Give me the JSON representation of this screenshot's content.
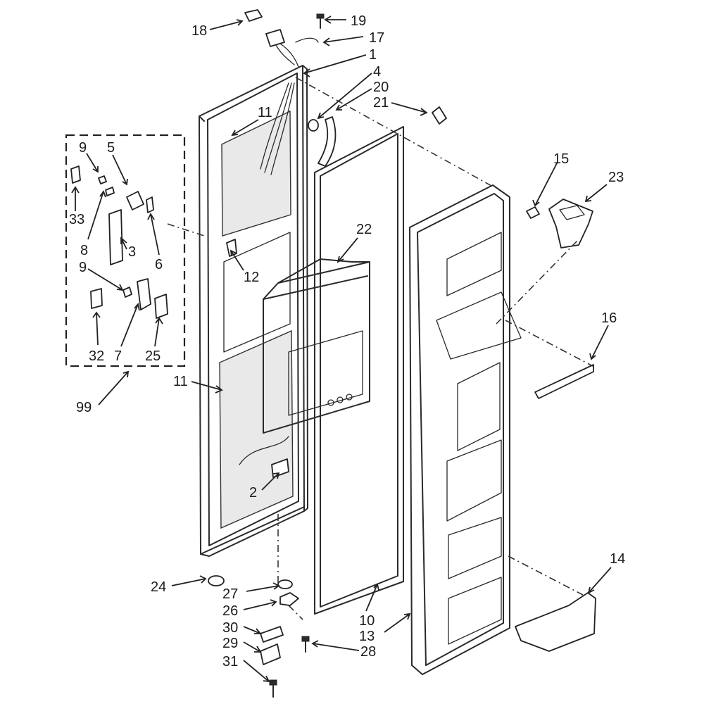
{
  "callouts": [
    {
      "id": "c18",
      "text": "18"
    },
    {
      "id": "c19",
      "text": "19"
    },
    {
      "id": "c17",
      "text": "17"
    },
    {
      "id": "c1",
      "text": "1"
    },
    {
      "id": "c4",
      "text": "4"
    },
    {
      "id": "c20",
      "text": "20"
    },
    {
      "id": "c21",
      "text": "21"
    },
    {
      "id": "c11a",
      "text": "11"
    },
    {
      "id": "c9a",
      "text": "9"
    },
    {
      "id": "c5",
      "text": "5"
    },
    {
      "id": "c33",
      "text": "33"
    },
    {
      "id": "c8",
      "text": "8"
    },
    {
      "id": "c3",
      "text": "3"
    },
    {
      "id": "c6",
      "text": "6"
    },
    {
      "id": "c9b",
      "text": "9"
    },
    {
      "id": "c32",
      "text": "32"
    },
    {
      "id": "c7",
      "text": "7"
    },
    {
      "id": "c25",
      "text": "25"
    },
    {
      "id": "c99",
      "text": "99"
    },
    {
      "id": "c11b",
      "text": "11"
    },
    {
      "id": "c12",
      "text": "12"
    },
    {
      "id": "c22",
      "text": "22"
    },
    {
      "id": "c15",
      "text": "15"
    },
    {
      "id": "c23",
      "text": "23"
    },
    {
      "id": "c16",
      "text": "16"
    },
    {
      "id": "c2",
      "text": "2"
    },
    {
      "id": "c24",
      "text": "24"
    },
    {
      "id": "c27",
      "text": "27"
    },
    {
      "id": "c26",
      "text": "26"
    },
    {
      "id": "c30",
      "text": "30"
    },
    {
      "id": "c29",
      "text": "29"
    },
    {
      "id": "c31",
      "text": "31"
    },
    {
      "id": "c28",
      "text": "28"
    },
    {
      "id": "c10",
      "text": "10"
    },
    {
      "id": "c13",
      "text": "13"
    },
    {
      "id": "c14",
      "text": "14"
    }
  ]
}
